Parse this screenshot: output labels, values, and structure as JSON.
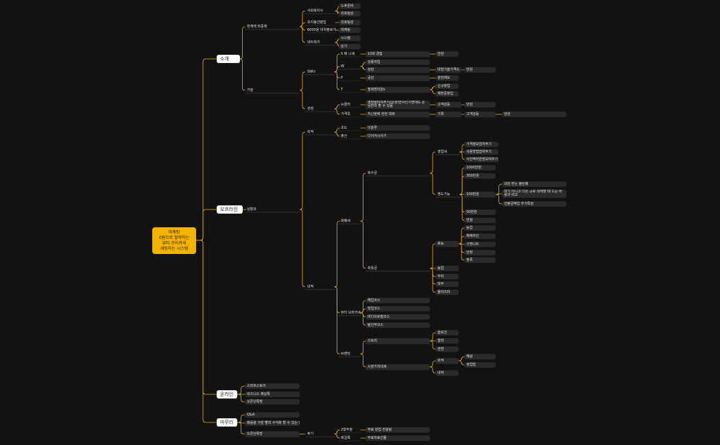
{
  "colors": {
    "background": "#121212",
    "line": "#f5b301",
    "root": "#f5b301",
    "pill": "#2a2a2a"
  },
  "root": "마케팅\n0원으로 팔막하는\n뷰티 오마카세\n세팅하는 시스템",
  "nodes": {
    "n1": "소개",
    "n2": "오프라인",
    "n3": "온라인",
    "n4": "마무리",
    "n1a": "현재에 와중에",
    "n1b": "가질",
    "n1a1": "사회복지사",
    "n1a2": "유지봉선병업",
    "n1a3": "6000을 비위블로거",
    "n1a4": "네트워크",
    "n1a1a": "노후준비",
    "n1a1b": "리포팅성",
    "n1a2a": "리포팅성",
    "n1a3a": "마케팅",
    "n1a4a": "시스템",
    "n1a4b": "순기",
    "n1b1": "SWU",
    "n1b2": "관점",
    "n1b1a": "S 매 니세",
    "n1b1b": "W",
    "n1b1c": "P",
    "n1b1d": "T",
    "n1b1a1": "10회 경험",
    "n1b1a1a": "만원",
    "n1b1b1": "강종자립",
    "n1b1b2": "상담",
    "n1b1b2a": "대형기술가격도",
    "n1b1b2b": "만원",
    "n1b1c1": "공감",
    "n1b1c1a": "광전채요",
    "n1b1d1": "필레편리원s",
    "n1b1d1a": "신규창업",
    "n1b1d1b": "재방문창업",
    "n1b2a": "뉴클러",
    "n1b2a1": "영향을미쳐주기(상생)면서인기면에도 손님만의 할 수 있음",
    "n1b2a1a": "고객감동",
    "n1b2a1b": "만원",
    "n1b2b": "가격쪽",
    "n1b2b1": "지난분에 한번 대화",
    "n1b2b1a": "기록",
    "n1b2b1b": "고객감동",
    "n1b2b1c": "만원",
    "n2a": "상황과",
    "n2a1": "외적",
    "n2a2": "내적",
    "n2a1a": "초도",
    "n2a1a1": "이슬루",
    "n2a1b": "출산",
    "n2a1b1": "다이어시사기",
    "n2a2a": "화폐세",
    "n2a2b": "뷰티 오마카세",
    "n2a2c": "브랜딩",
    "n2a2a1": "회수금",
    "n2a2a2": "회용금",
    "n2a2a1a": "영업세",
    "n2a2a1a1": "가격정보엽하주기",
    "n2a2a1a2": "사용방법엽하주기",
    "n2a2a1a3": "사진찍어한방보여주기",
    "n2a2a1b": "명도가능",
    "n2a2a1b1": "1000만원",
    "n2a2a1b2": "300만원",
    "n2a2a1b3": "100만원",
    "n2a2a1b3a": "내담 받는 블린폐",
    "n2a2a1b3b": "여기 아니고 다른 곳로 대체할 때 드는 비용과 비교",
    "n2a2a1b3c": "선불금액업 추가특징",
    "n2a2a1b4": "50만원",
    "n2a2a1b5": "연월",
    "n2a2a2a": "효능",
    "n2a2a2a1": "농업",
    "n2a2a2a2": "헤케라인",
    "n2a2a2a3": "구명니트",
    "n2a2a2a4": "안정",
    "n2a2a2a5": "정폭",
    "n2a2a2b": "농업",
    "n2a2a2c": "두피",
    "n2a2a2d": "피부",
    "n2a2a2e": "몰라즈마",
    "n2a2b1": "헤업코스",
    "n2a2b2": "컷업코스",
    "n2a2b3": "바디프로필코스",
    "n2a2b4": "탐산부코스",
    "n2a2c1": "스토리",
    "n2a2c1a": "슬로건",
    "n2a2c1b": "철학",
    "n2a2c1c": "관점",
    "n2a2c2": "시장가치대세",
    "n2a2c2a": "외적",
    "n2a2c2a1": "혜광",
    "n2a2c2a2": "생업법",
    "n2a2c2b": "내적",
    "n3a": "스마트스토어",
    "n3b": "비즈니스 채널톡",
    "n3c": "오픈단톡방",
    "n4a": "Q&A",
    "n4b": "배움을 가장 빨리 수익화 할 수 있는 방법",
    "n4c": "오픈단톡방",
    "n4c1": "후기",
    "n4c1a": "2형주창",
    "n4c1a1": "무료 원업 컨설팅",
    "n4c1b": "래걸록",
    "n4c1b1": "무료자료선물"
  }
}
